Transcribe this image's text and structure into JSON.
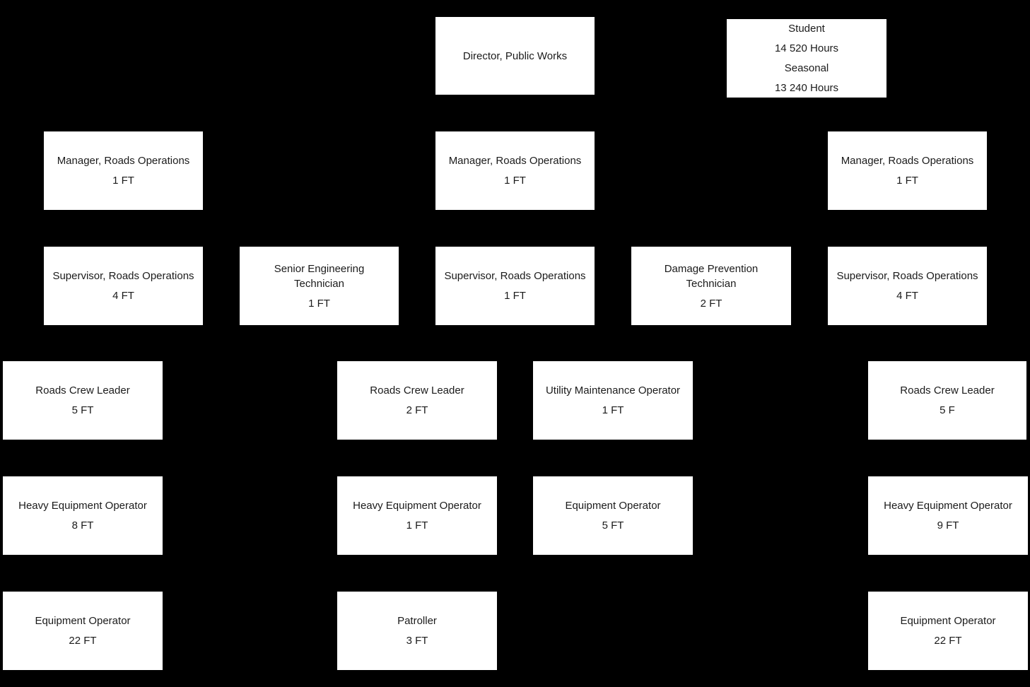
{
  "page": {
    "background_color": "#000000",
    "box_fill_color": "#ffffff",
    "box_text_color": "#1b1b1b"
  },
  "org_chart": {
    "boxes": {
      "director": {
        "title": "Director, Public Works",
        "count": ""
      },
      "student_seasonal": {
        "title": "Student\n14 520 Hours\nSeasonal\n13 240 Hours",
        "count": ""
      },
      "manager_left": {
        "title": "Manager, Roads Operations",
        "count": "1 FT"
      },
      "manager_center": {
        "title": "Manager, Roads Operations",
        "count": "1 FT"
      },
      "manager_right": {
        "title": "Manager, Roads Operations",
        "count": "1 FT"
      },
      "supervisor_left": {
        "title": "Supervisor, Roads Operations",
        "count": "4 FT"
      },
      "senior_engineering_technician": {
        "title": "Senior Engineering\nTechnician",
        "count": "1 FT"
      },
      "supervisor_center": {
        "title": "Supervisor, Roads Operations",
        "count": "1 FT"
      },
      "damage_prevention_technician": {
        "title": "Damage Prevention\nTechnician",
        "count": "2 FT"
      },
      "supervisor_right": {
        "title": "Supervisor, Roads Operations",
        "count": "4 FT"
      },
      "roads_crew_leader_left": {
        "title": "Roads Crew Leader",
        "count": "5 FT"
      },
      "roads_crew_leader_mid": {
        "title": "Roads Crew Leader",
        "count": "2 FT"
      },
      "utility_maintenance_operator": {
        "title": "Utility Maintenance Operator",
        "count": "1 FT"
      },
      "roads_crew_leader_right": {
        "title": "Roads Crew Leader",
        "count": "5 F"
      },
      "heavy_equipment_operator_left": {
        "title": "Heavy Equipment Operator",
        "count": "8 FT"
      },
      "heavy_equipment_operator_mid": {
        "title": "Heavy Equipment Operator",
        "count": "1 FT"
      },
      "equipment_operator_mid": {
        "title": "Equipment Operator",
        "count": "5 FT"
      },
      "heavy_equipment_operator_right": {
        "title": "Heavy Equipment Operator",
        "count": "9 FT"
      },
      "equipment_operator_left": {
        "title": "Equipment Operator",
        "count": "22 FT"
      },
      "patroller": {
        "title": "Patroller",
        "count": "3 FT"
      },
      "equipment_operator_right": {
        "title": "Equipment Operator",
        "count": "22 FT"
      }
    }
  }
}
